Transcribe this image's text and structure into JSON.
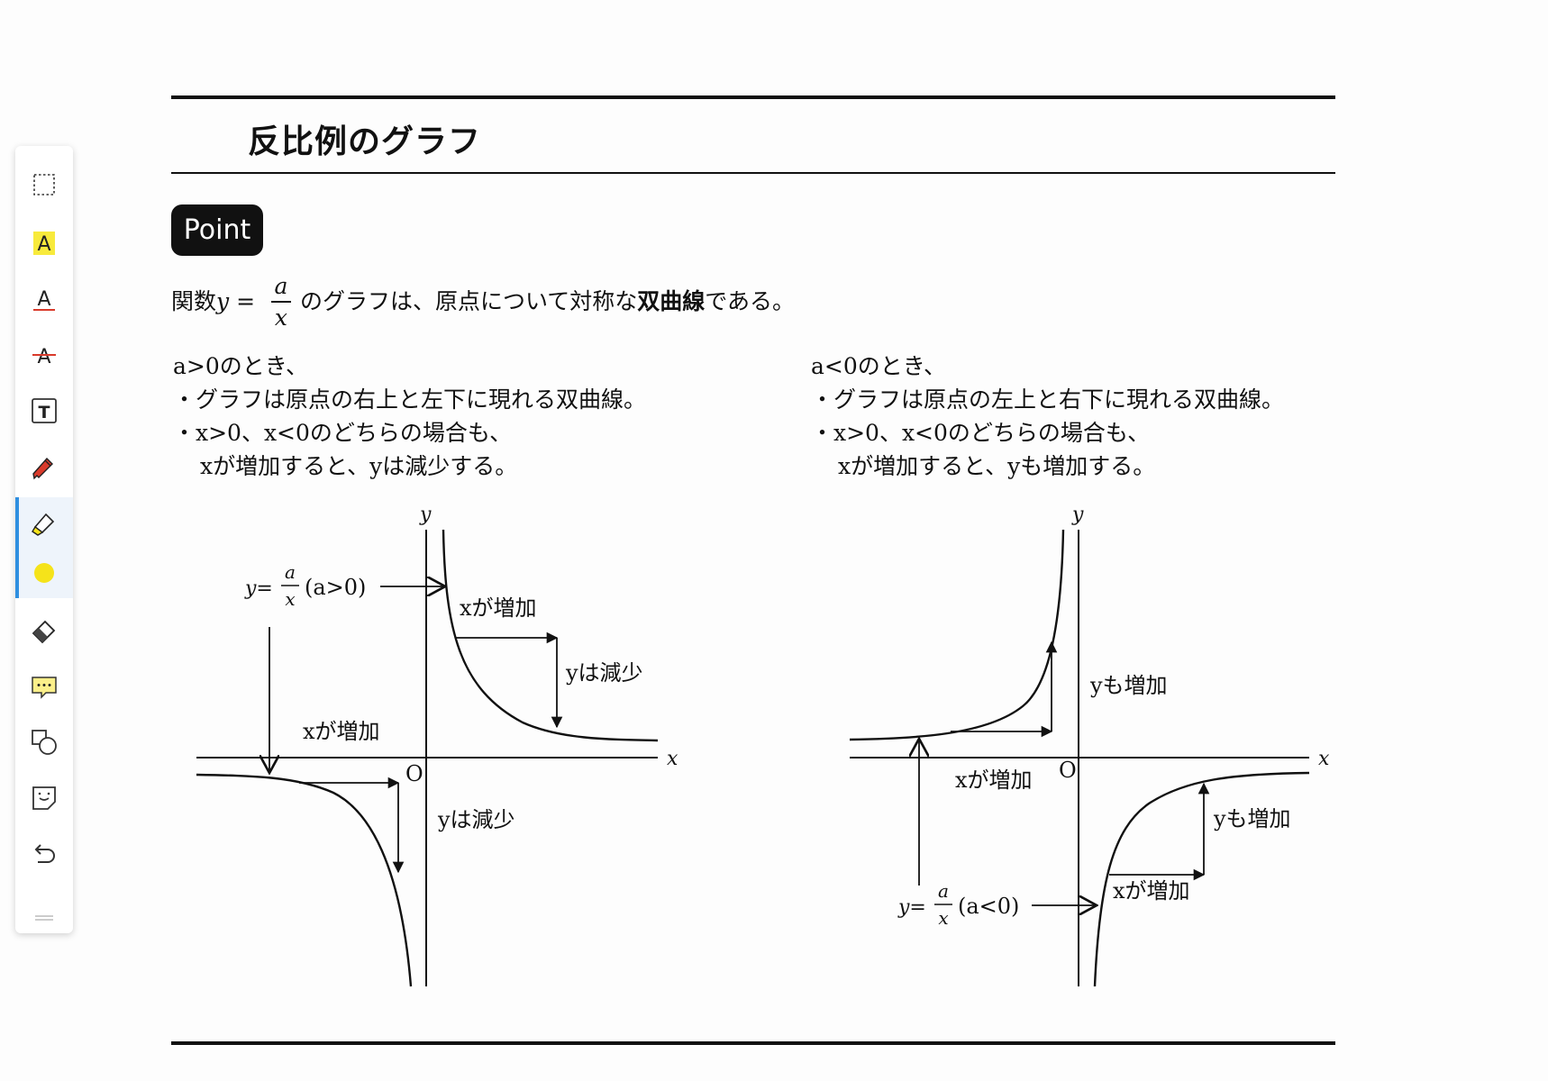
{
  "toolbar": {
    "tools": [
      {
        "name": "select-tool",
        "icon": "dashed-rectangle-icon"
      },
      {
        "name": "highlight-text-tool",
        "icon": "highlighted-a-icon"
      },
      {
        "name": "underline-tool",
        "icon": "underlined-a-icon"
      },
      {
        "name": "strikethrough-tool",
        "icon": "strikethrough-a-icon"
      },
      {
        "name": "text-box-tool",
        "icon": "text-box-icon"
      },
      {
        "name": "pen-tool",
        "icon": "pen-icon"
      },
      {
        "name": "highlighter-tool",
        "icon": "highlighter-icon",
        "active": true
      },
      {
        "name": "color-picker",
        "icon": "color-dot-icon",
        "color": "#f5e31a",
        "active": true
      },
      {
        "name": "eraser-tool",
        "icon": "eraser-icon"
      },
      {
        "name": "comment-tool",
        "icon": "comment-icon"
      },
      {
        "name": "shape-tool",
        "icon": "shapes-icon"
      },
      {
        "name": "sticker-tool",
        "icon": "sticker-icon"
      },
      {
        "name": "undo-button",
        "icon": "undo-icon"
      }
    ]
  },
  "page": {
    "title": "反比例のグラフ",
    "badge": "Point",
    "intro": {
      "prefix": "関数 ",
      "y": "y",
      "eq": " = ",
      "num": "a",
      "den": "x",
      "middle": " のグラフは、原点について対称な",
      "bold": "双曲線",
      "suffix": "である。"
    },
    "left": {
      "l1": "a>0のとき、",
      "l2": "・グラフは原点の右上と左下に現れる双曲線。",
      "l3": "・x>0、x<0のどちらの場合も、",
      "l4": "xが増加すると、yは減少する。"
    },
    "right": {
      "l1": "a<0のとき、",
      "l2": "・グラフは原点の左上と右下に現れる双曲線。",
      "l3": "・x>0、x<0のどちらの場合も、",
      "l4": "xが増加すると、yも増加する。"
    }
  },
  "graph_left": {
    "y_axis": "y",
    "x_axis": "x",
    "origin": "O",
    "eq_y": "y=",
    "eq_num": "a",
    "eq_den": "x",
    "eq_cond": "(a>0)",
    "x_increase_1": "xが増加",
    "y_decrease_1": "yは減少",
    "x_increase_2": "xが増加",
    "y_decrease_2": "yは減少"
  },
  "graph_right": {
    "y_axis": "y",
    "x_axis": "x",
    "origin": "O",
    "eq_y": "y=",
    "eq_num": "a",
    "eq_den": "x",
    "eq_cond": "(a<0)",
    "y_increase_1": "yも増加",
    "x_increase_1": "xが増加",
    "y_increase_2": "yも増加",
    "x_increase_2": "xが増加"
  },
  "colors": {
    "accent": "#2f8fe0",
    "highlight": "#f5e31a",
    "pen": "#d93a2b"
  }
}
